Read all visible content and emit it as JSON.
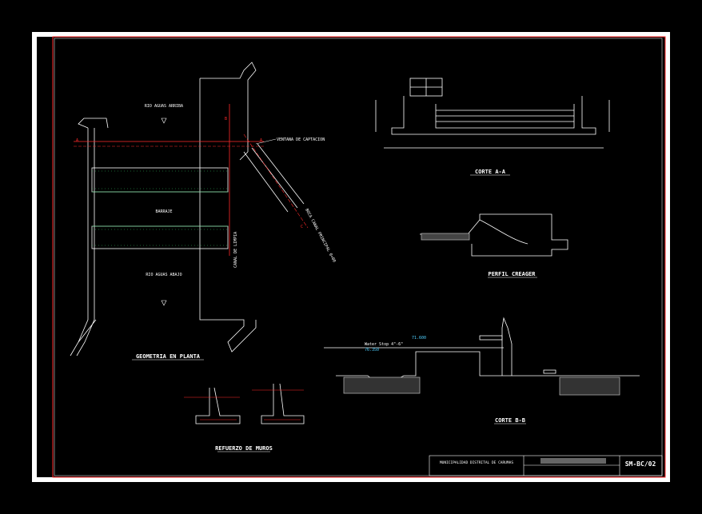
{
  "plan": {
    "title": "GEOMETRIA EN PLANTA",
    "upstream_label": "RIO AGUAS ARRIBA",
    "downstream_label": "RIO AGUAS ABAJO",
    "weir_label": "BARRAJE",
    "intake_label": "VENTANA DE CAPTACION",
    "cleaning_channel_label": "CANAL DE LIMPIA",
    "main_channel_label": "BOCA CANAL PRINCIPAL 0+00",
    "section_a": "A",
    "section_b": "B",
    "section_c": "C"
  },
  "sections": {
    "corte_a": "CORTE A-A",
    "perfil": "PERFIL CREAGER",
    "corte_b": "CORTE B-B",
    "refuerzo": "REFUERZO DE MUROS",
    "stoplog_label": "Water Stop 4\"-6\"",
    "level_left": "76.350",
    "level_right": "71.600"
  },
  "title_block": {
    "entity": "MUNICIPALIDAD DISTRITAL DE CARUMAS",
    "sheet": "SM-BC/02"
  },
  "colors": {
    "background": "#000000",
    "lines": "#ffffff",
    "accent_red": "#ff2a2a",
    "accent_green": "#2fc060",
    "cyan": "#4fd0ff"
  }
}
